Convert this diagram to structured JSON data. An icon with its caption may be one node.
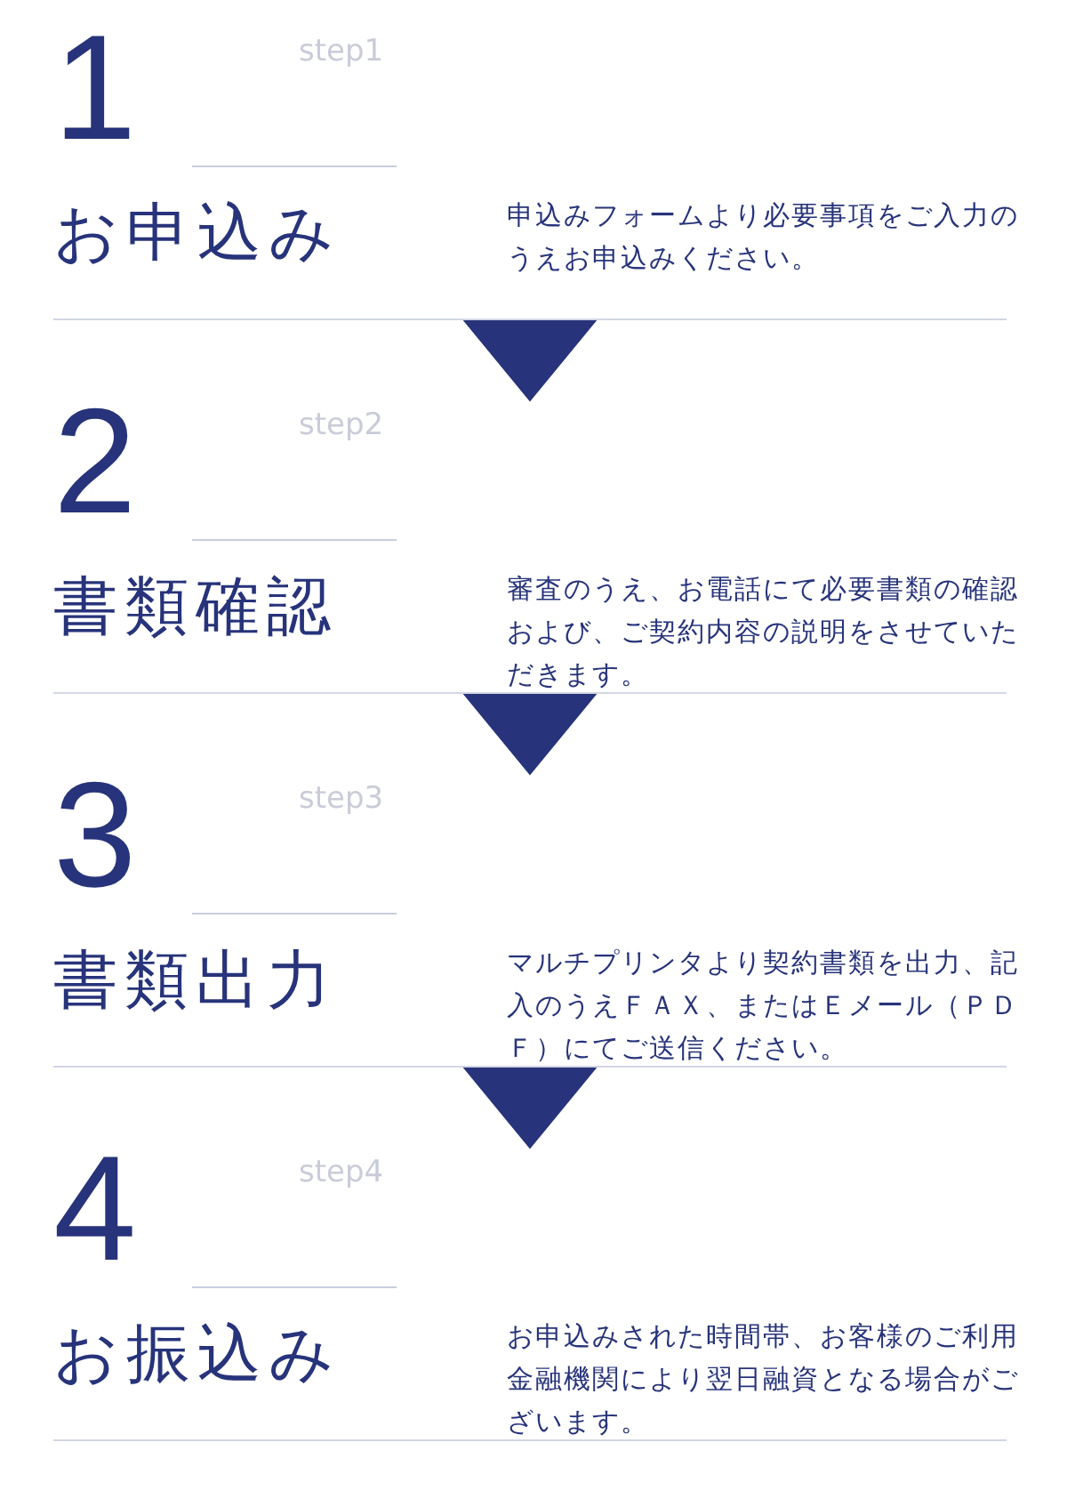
{
  "diagram": {
    "nodes": [
      {
        "text": [
          "1",
          "step1",
          "お申込み",
          "申込みフォームより必要事項をご入力のうえお申込みください。"
        ]
      },
      {
        "text": [
          "2",
          "step2",
          "書類確認",
          "審査のうえ、お電話にて必要書類の確認および、ご契約内容の説明をさせていただきます。"
        ]
      },
      {
        "text": [
          "3",
          "step3",
          "書類出力",
          "マルチプリンタより契約書類を出力、記入のうえＦＡＸ、またはＥメール（ＰＤＦ）にてご送信ください。"
        ]
      },
      {
        "text": [
          "4",
          "step4",
          "お振込み",
          "お申込みされた時間帯、お客様のご利用金融機関により翌日融資となる場合がございます。"
        ]
      }
    ],
    "edges": [
      {
        "from": 0,
        "to": 1,
        "arrow": "to"
      },
      {
        "from": 1,
        "to": 2,
        "arrow": "to"
      },
      {
        "from": 2,
        "to": 3,
        "arrow": "to"
      }
    ]
  }
}
